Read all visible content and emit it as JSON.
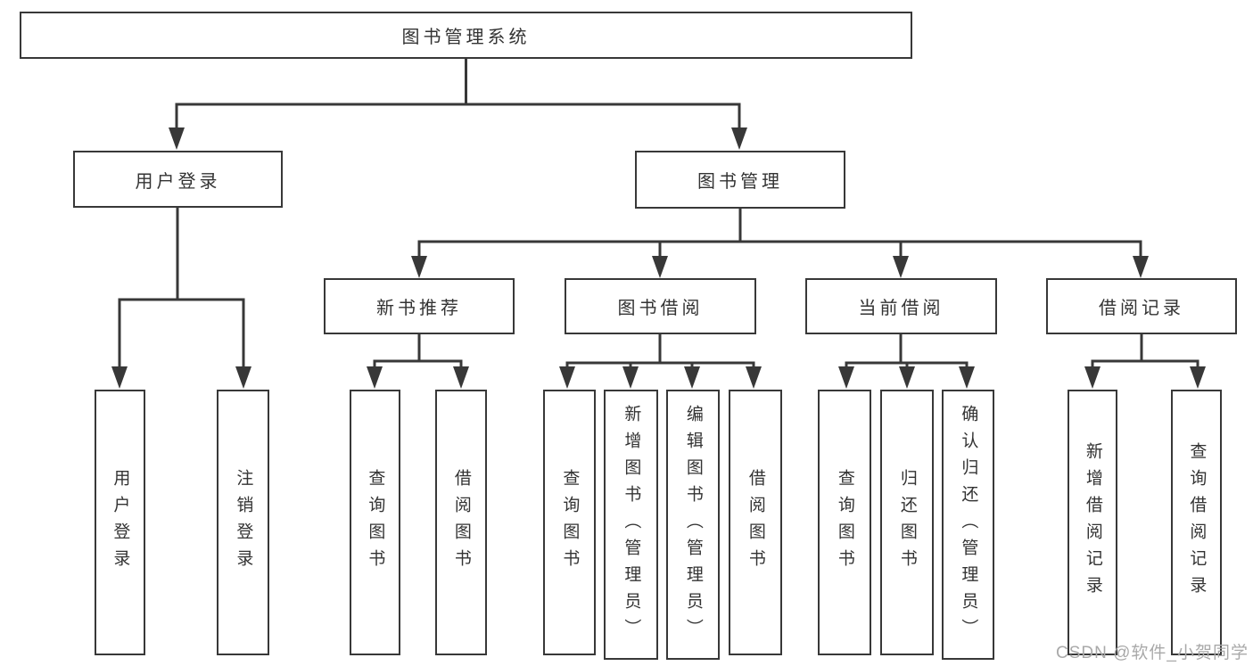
{
  "diagram": {
    "type": "hierarchy-tree",
    "title": "图书管理系统"
  },
  "theme": {
    "background": "#ffffff",
    "line_color": "#383838",
    "box_border_color": "#383838",
    "box_fill": "#ffffff",
    "text_color": "#333333",
    "watermark_color": "#a9a9a9"
  },
  "nodes": {
    "root": {
      "label": "图书管理系统"
    },
    "level2": [
      {
        "label": "用户登录",
        "parent": "图书管理系统"
      },
      {
        "label": "图书管理",
        "parent": "图书管理系统"
      }
    ],
    "level3": [
      {
        "label": "新书推荐",
        "parent": "图书管理"
      },
      {
        "label": "图书借阅",
        "parent": "图书管理"
      },
      {
        "label": "当前借阅",
        "parent": "图书管理"
      },
      {
        "label": "借阅记录",
        "parent": "图书管理"
      }
    ],
    "leaves": [
      {
        "label": "用户登录",
        "parent": "用户登录"
      },
      {
        "label": "注销登录",
        "parent": "用户登录"
      },
      {
        "label": "查询图书",
        "parent": "新书推荐"
      },
      {
        "label": "借阅图书",
        "parent": "新书推荐"
      },
      {
        "label": "查询图书",
        "parent": "图书借阅"
      },
      {
        "label": "新增图书（管理员）",
        "parent": "图书借阅"
      },
      {
        "label": "编辑图书（管理员）",
        "parent": "图书借阅"
      },
      {
        "label": "借阅图书",
        "parent": "图书借阅"
      },
      {
        "label": "查询图书",
        "parent": "当前借阅"
      },
      {
        "label": "归还图书",
        "parent": "当前借阅"
      },
      {
        "label": "确认归还（管理员）",
        "parent": "当前借阅"
      },
      {
        "label": "新增借阅记录",
        "parent": "借阅记录"
      },
      {
        "label": "查询借阅记录",
        "parent": "借阅记录"
      }
    ]
  },
  "watermark": {
    "text": "CSDN @软件_小贺同学"
  }
}
